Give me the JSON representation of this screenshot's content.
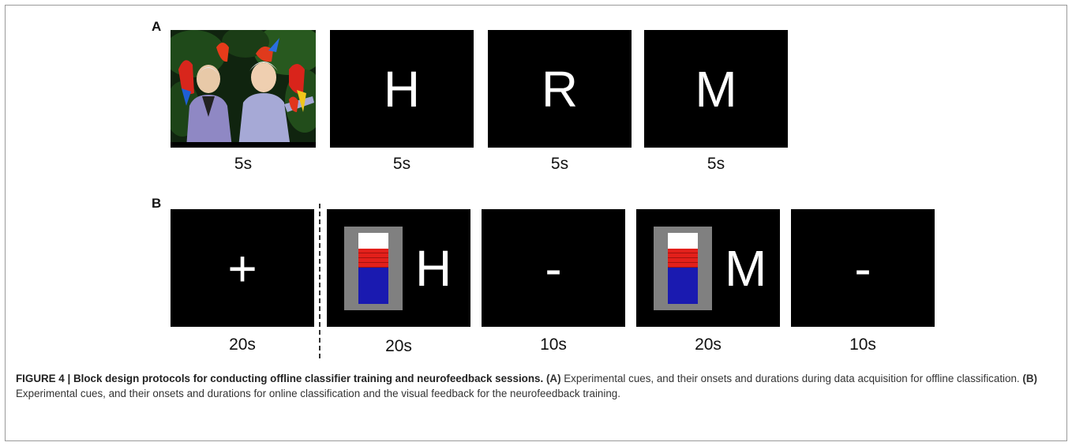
{
  "panel_a": {
    "label": "A",
    "cues": [
      {
        "type": "image",
        "name": "photo-cue",
        "duration": "5s"
      },
      {
        "type": "letter",
        "text": "H",
        "duration": "5s"
      },
      {
        "type": "letter",
        "text": "R",
        "duration": "5s"
      },
      {
        "type": "letter",
        "text": "M",
        "duration": "5s"
      }
    ]
  },
  "panel_b": {
    "label": "B",
    "cues": [
      {
        "type": "symbol",
        "text": "+",
        "duration": "20s"
      },
      {
        "type": "feedback",
        "text": "H",
        "duration": "20s"
      },
      {
        "type": "symbol",
        "text": "-",
        "duration": "10s"
      },
      {
        "type": "feedback",
        "text": "M",
        "duration": "20s"
      },
      {
        "type": "symbol",
        "text": "-",
        "duration": "10s"
      }
    ]
  },
  "caption": {
    "figure": "FIGURE 4 | Block design protocols for conducting offline classifier training and neurofeedback sessions.",
    "a_marker": "(A)",
    "a_text": " Experimental cues, and their onsets and durations during data acquisition for offline classification. ",
    "b_marker": "(B)",
    "b_text": " Experimental cues, and their onsets and durations for online classification and the visual feedback for the neurofeedback training."
  },
  "colors": {
    "screen": "#000000",
    "feedback_frame": "#808080",
    "feedback_white": "#ffffff",
    "feedback_red": "#e3201b",
    "feedback_blue": "#1a1ab0"
  }
}
